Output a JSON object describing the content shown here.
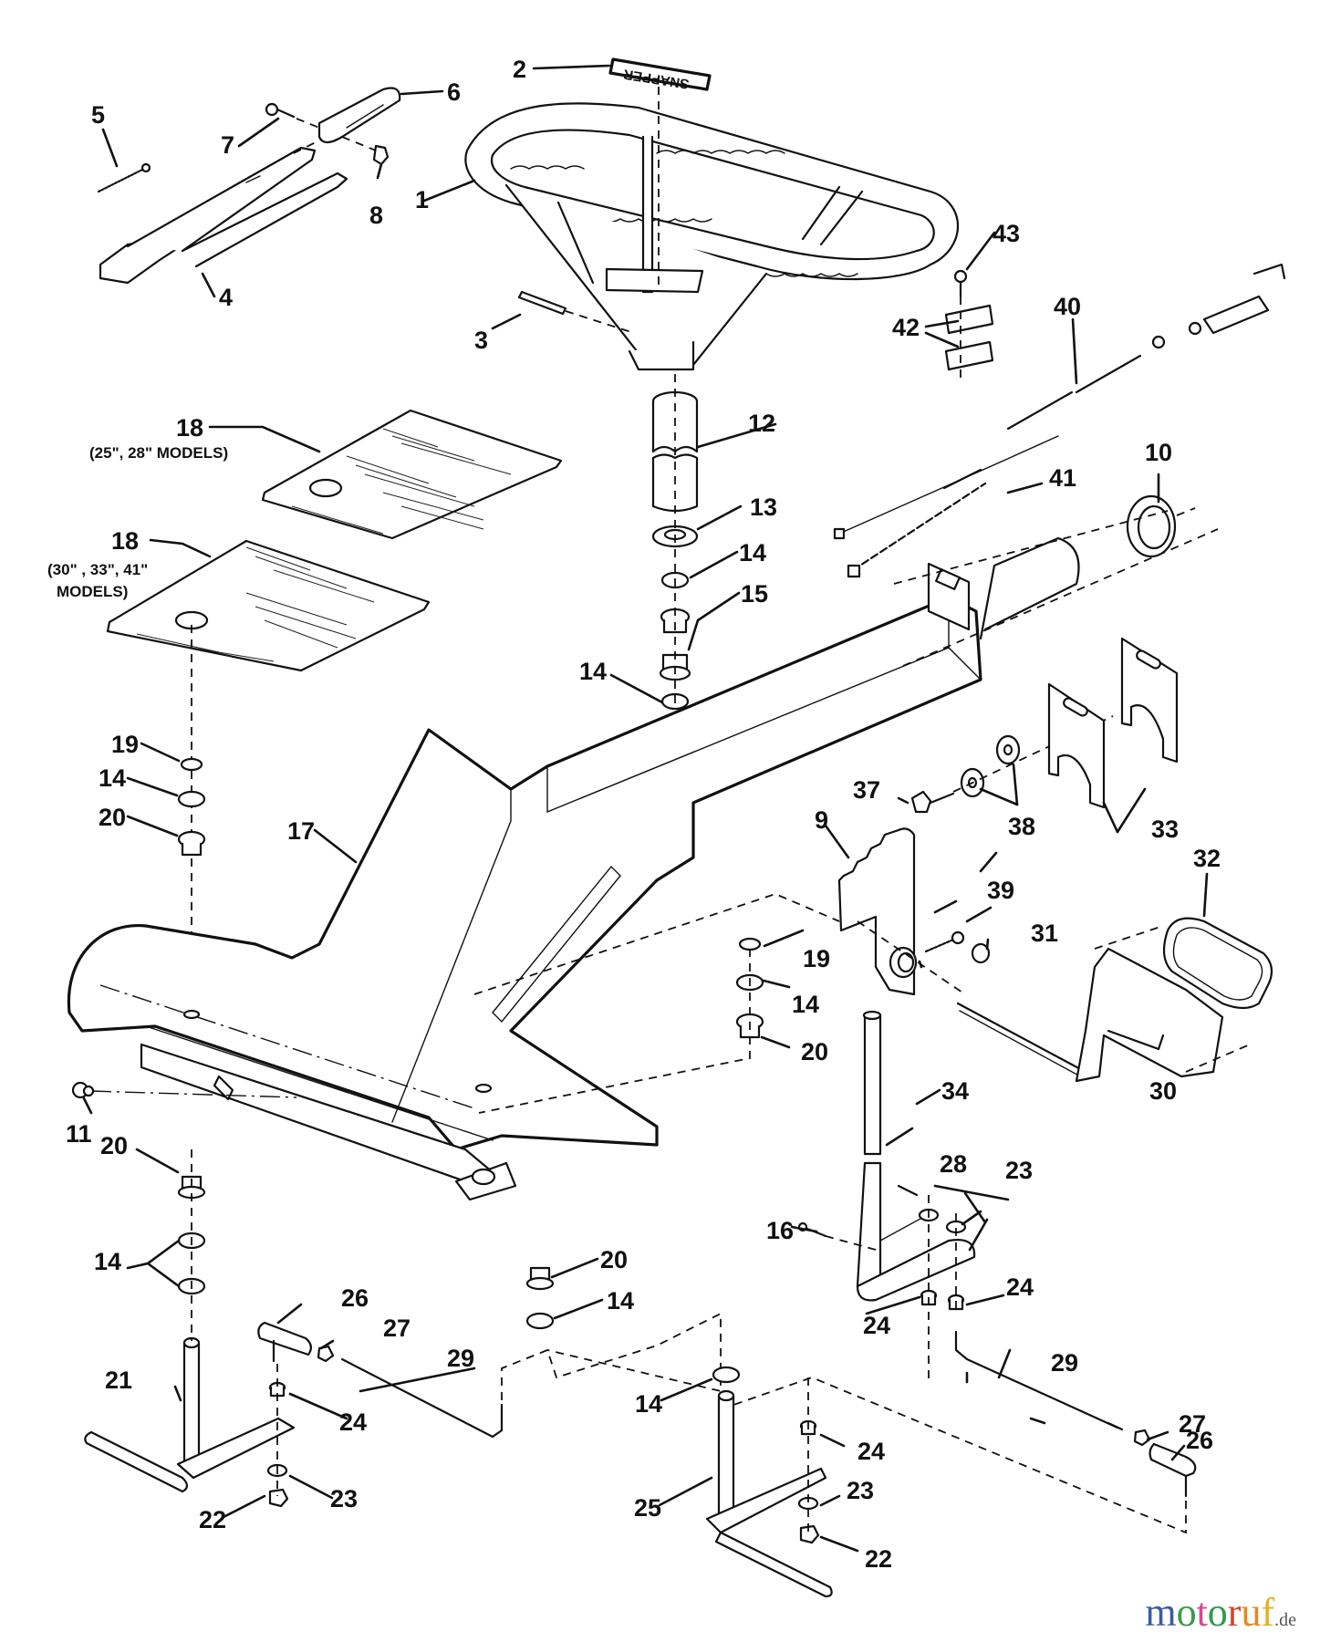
{
  "diagram": {
    "subject": "Steering / frame assembly exploded parts view",
    "decal_text": "SNAPPER",
    "callouts": [
      {
        "id": "c1",
        "label": "1"
      },
      {
        "id": "c2",
        "label": "2"
      },
      {
        "id": "c3",
        "label": "3"
      },
      {
        "id": "c4",
        "label": "4"
      },
      {
        "id": "c5",
        "label": "5"
      },
      {
        "id": "c6",
        "label": "6"
      },
      {
        "id": "c7",
        "label": "7"
      },
      {
        "id": "c8",
        "label": "8"
      },
      {
        "id": "c9",
        "label": "9"
      },
      {
        "id": "c10",
        "label": "10"
      },
      {
        "id": "c11",
        "label": "11"
      },
      {
        "id": "c12",
        "label": "12"
      },
      {
        "id": "c13",
        "label": "13"
      },
      {
        "id": "c14a",
        "label": "14"
      },
      {
        "id": "c14b",
        "label": "14"
      },
      {
        "id": "c14c",
        "label": "14"
      },
      {
        "id": "c14d",
        "label": "14"
      },
      {
        "id": "c14e",
        "label": "14"
      },
      {
        "id": "c14f",
        "label": "14"
      },
      {
        "id": "c14g",
        "label": "14"
      },
      {
        "id": "c15",
        "label": "15"
      },
      {
        "id": "c16",
        "label": "16"
      },
      {
        "id": "c17",
        "label": "17"
      },
      {
        "id": "c18a",
        "label": "18"
      },
      {
        "id": "c18b",
        "label": "18"
      },
      {
        "id": "c19a",
        "label": "19"
      },
      {
        "id": "c19b",
        "label": "19"
      },
      {
        "id": "c20a",
        "label": "20"
      },
      {
        "id": "c20b",
        "label": "20"
      },
      {
        "id": "c20c",
        "label": "20"
      },
      {
        "id": "c20d",
        "label": "20"
      },
      {
        "id": "c21",
        "label": "21"
      },
      {
        "id": "c22a",
        "label": "22"
      },
      {
        "id": "c22b",
        "label": "22"
      },
      {
        "id": "c23a",
        "label": "23"
      },
      {
        "id": "c23b",
        "label": "23"
      },
      {
        "id": "c23c",
        "label": "23"
      },
      {
        "id": "c24a",
        "label": "24"
      },
      {
        "id": "c24b",
        "label": "24"
      },
      {
        "id": "c24c",
        "label": "24"
      },
      {
        "id": "c24d",
        "label": "24"
      },
      {
        "id": "c25",
        "label": "25"
      },
      {
        "id": "c26a",
        "label": "26"
      },
      {
        "id": "c26b",
        "label": "26"
      },
      {
        "id": "c27a",
        "label": "27"
      },
      {
        "id": "c27b",
        "label": "27"
      },
      {
        "id": "c28",
        "label": "28"
      },
      {
        "id": "c29a",
        "label": "29"
      },
      {
        "id": "c29b",
        "label": "29"
      },
      {
        "id": "c30",
        "label": "30"
      },
      {
        "id": "c31",
        "label": "31"
      },
      {
        "id": "c32",
        "label": "32"
      },
      {
        "id": "c33",
        "label": "33"
      },
      {
        "id": "c34",
        "label": "34"
      },
      {
        "id": "c37",
        "label": "37"
      },
      {
        "id": "c38",
        "label": "38"
      },
      {
        "id": "c39",
        "label": "39"
      },
      {
        "id": "c40",
        "label": "40"
      },
      {
        "id": "c41",
        "label": "41"
      },
      {
        "id": "c42",
        "label": "42"
      },
      {
        "id": "c43",
        "label": "43"
      }
    ],
    "notes": {
      "mat_small": "(25\", 28\" MODELS)",
      "mat_large_line1": "(30\" , 33\", 41\"",
      "mat_large_line2": "MODELS)"
    }
  },
  "watermark": {
    "letters": [
      {
        "ch": "m",
        "color": "#3b5ba5"
      },
      {
        "ch": "o",
        "color": "#3a9b4a"
      },
      {
        "ch": "t",
        "color": "#d64a8c"
      },
      {
        "ch": "o",
        "color": "#2f9a4a"
      },
      {
        "ch": "r",
        "color": "#d2452f"
      },
      {
        "ch": "u",
        "color": "#e38a22"
      },
      {
        "ch": "f",
        "color": "#e0b324"
      }
    ],
    "tld": ".de"
  }
}
